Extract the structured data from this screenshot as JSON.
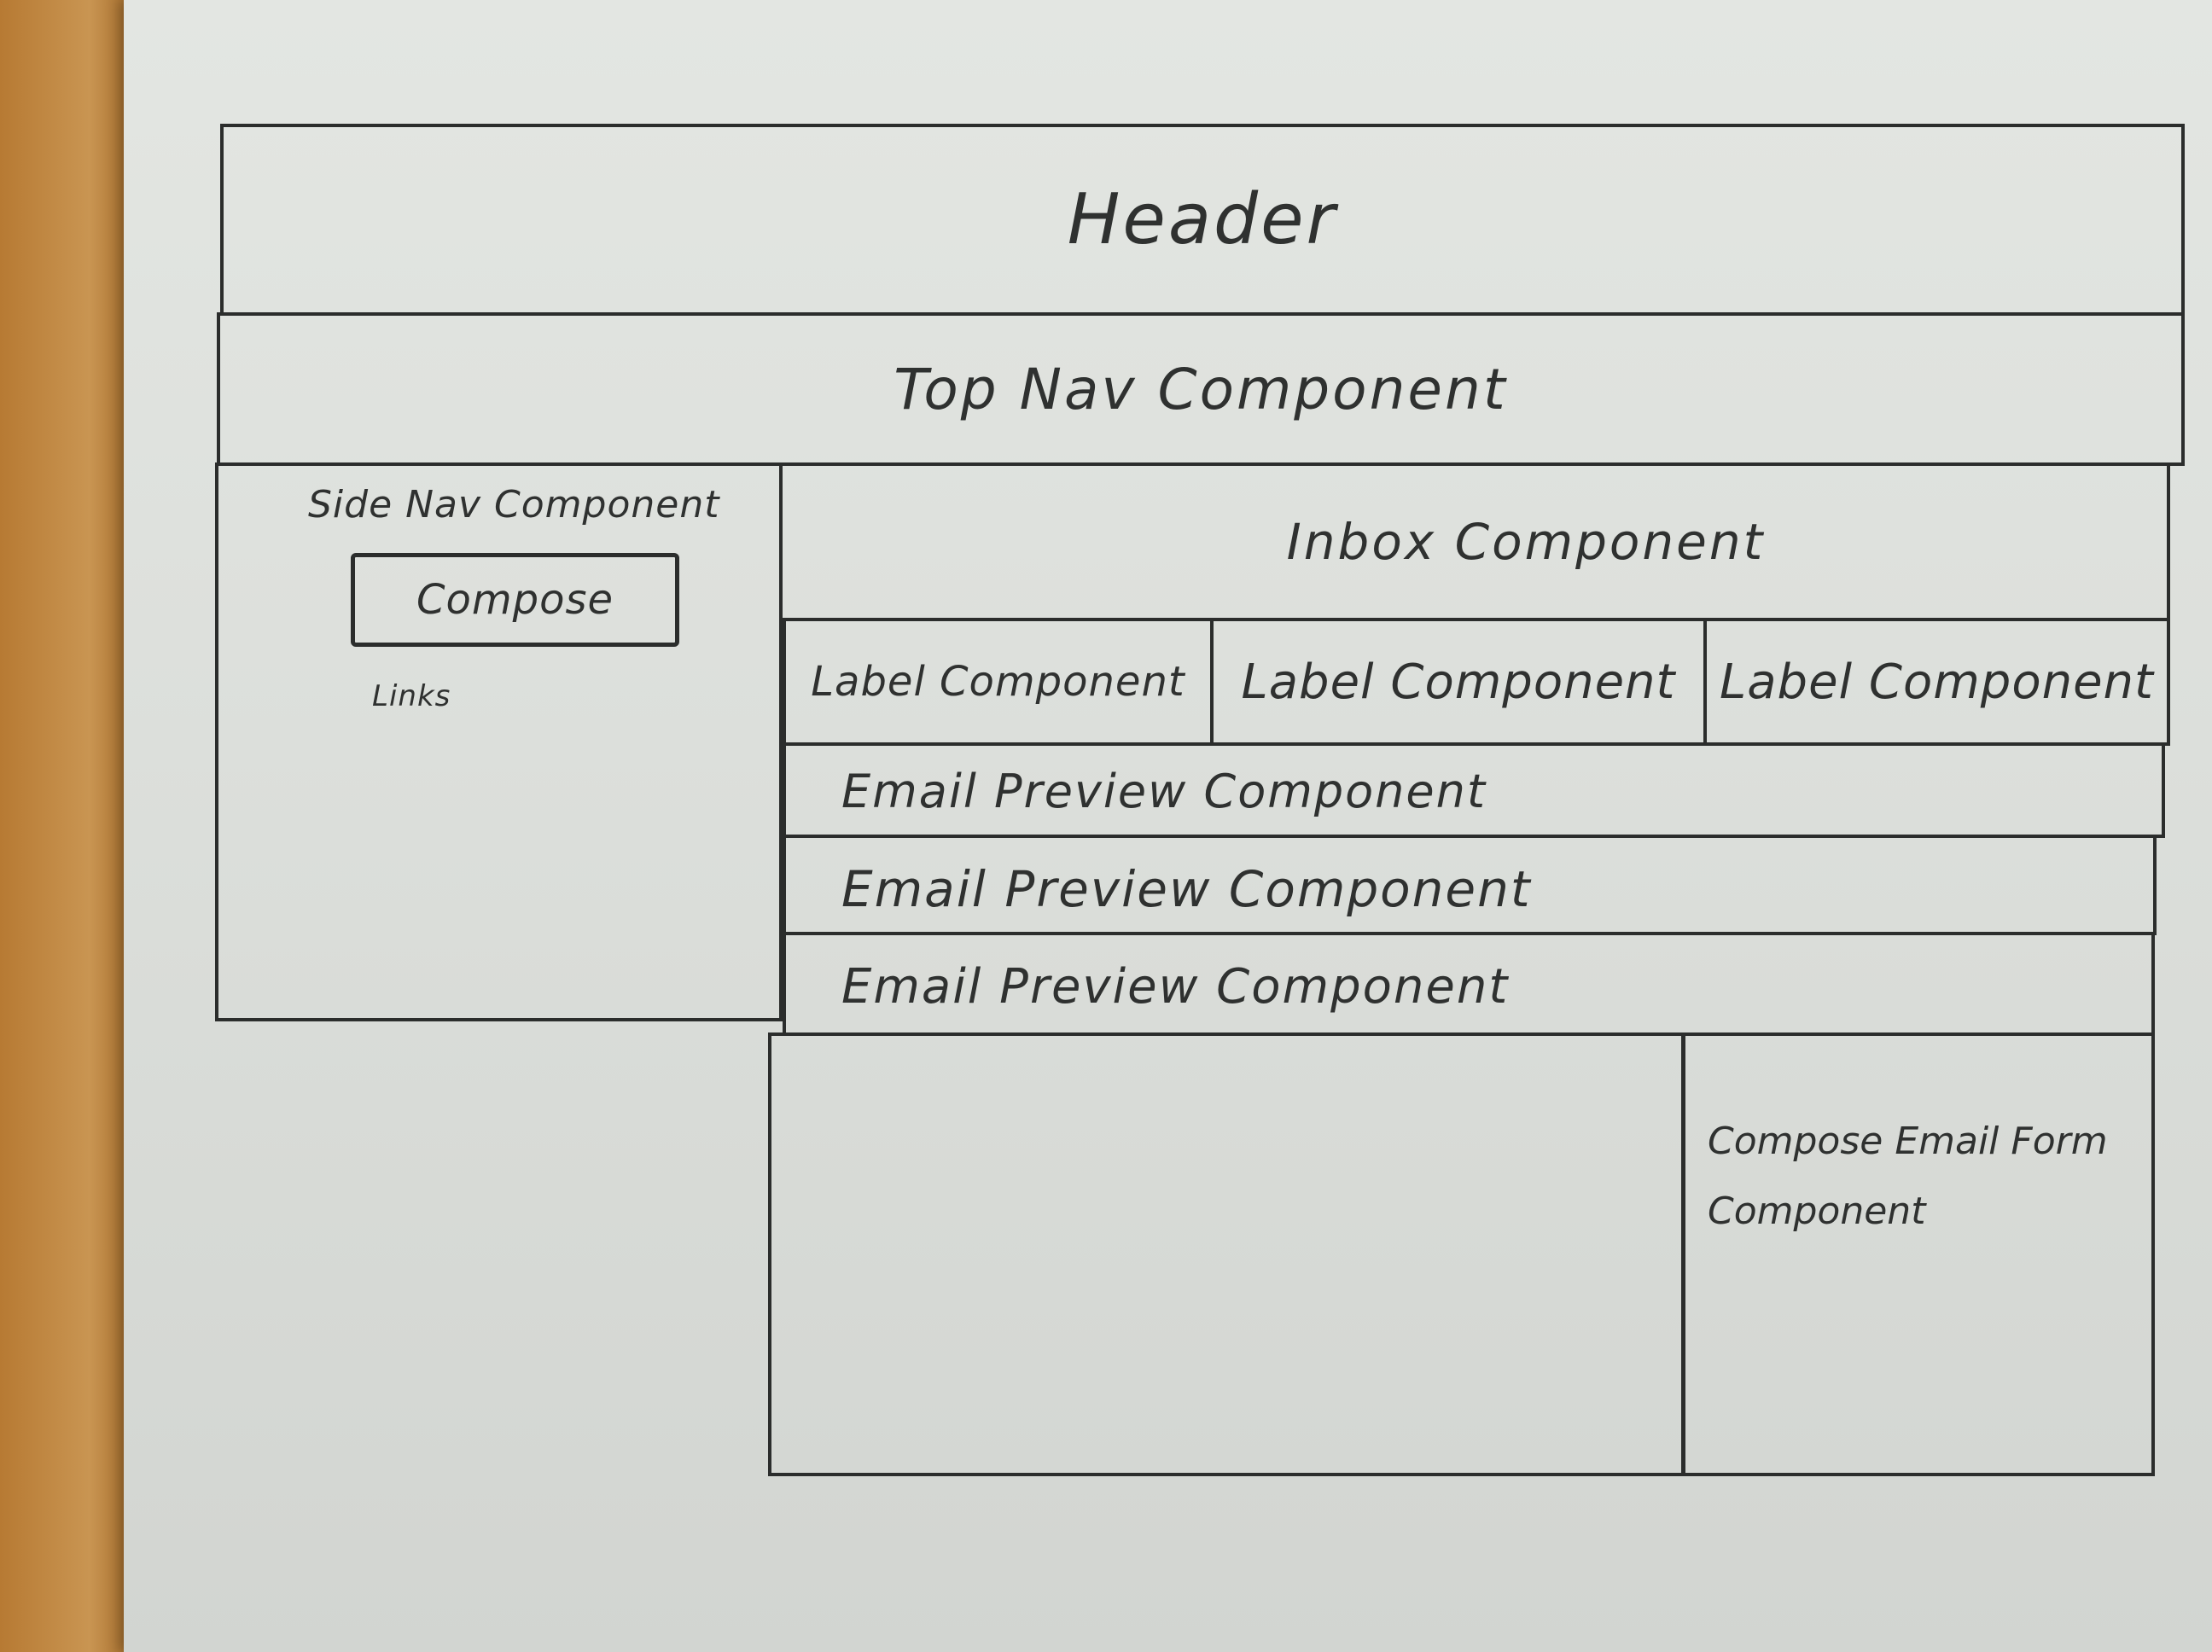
{
  "header": {
    "label": "Header"
  },
  "top_nav": {
    "label": "Top Nav Component"
  },
  "side_nav": {
    "label": "Side Nav Component",
    "compose_button": "Compose",
    "links_label": "Links"
  },
  "inbox": {
    "label": "Inbox Component"
  },
  "labels": [
    {
      "label": "Label Component"
    },
    {
      "label": "Label Component"
    },
    {
      "label": "Label Component"
    }
  ],
  "email_previews": [
    {
      "label": "Email Preview Component"
    },
    {
      "label": "Email Preview Component"
    },
    {
      "label": "Email Preview Component"
    }
  ],
  "compose_form": {
    "label": "Compose Email Form",
    "label_line2": "Component"
  }
}
